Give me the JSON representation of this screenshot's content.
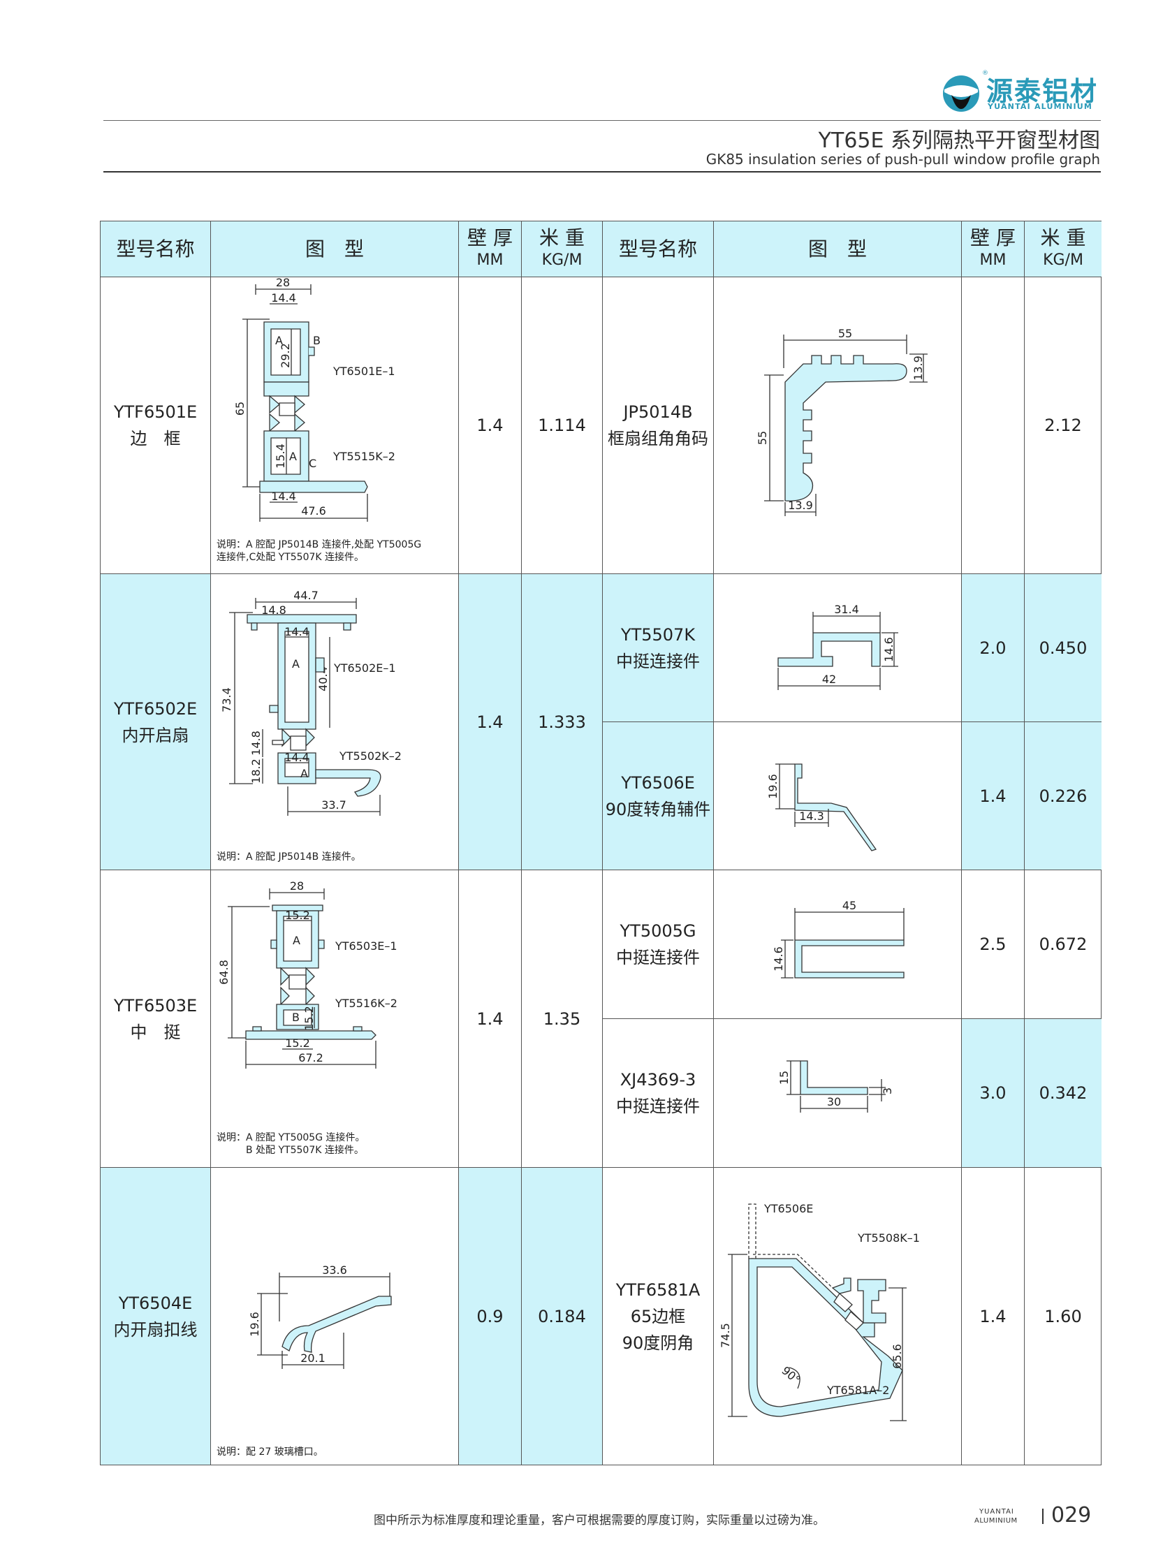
{
  "brand": {
    "name_cn": "源泰铝材",
    "name_en": "YUANTAI ALUMINIUM",
    "registered": "®",
    "color": "#2a9ab8"
  },
  "title": {
    "cn": "YT65E 系列隔热平开窗型材图",
    "en": "GK85 insulation series of push-pull window profile graph"
  },
  "table": {
    "headers": {
      "model": "型号名称",
      "figure": "图　型",
      "thickness_1": "壁 厚",
      "thickness_2": "MM",
      "weight_1": "米 重",
      "weight_2": "KG/M"
    },
    "header_color": "#cdf3fa",
    "left_rows": [
      {
        "model_1": "YTF6501E",
        "model_2": "边　框",
        "thickness": "1.4",
        "weight": "1.114",
        "note_1": "说明：A 腔配 JP5014B 连接件,处配 YT5005G",
        "note_2": "连接件,C处配 YT5507K 连接件。"
      },
      {
        "model_1": "YTF6502E",
        "model_2": "内开启扇",
        "thickness": "1.4",
        "weight": "1.333",
        "note_1": "说明：A 腔配 JP5014B 连接件。"
      },
      {
        "model_1": "YTF6503E",
        "model_2": "中　挺",
        "thickness": "1.4",
        "weight": "1.35",
        "note_1": "说明：A 腔配 YT5005G 连接件。",
        "note_2": "　　　B 处配 YT5507K 连接件。"
      },
      {
        "model_1": "YT6504E",
        "model_2": "内开扇扣线",
        "thickness": "0.9",
        "weight": "0.184",
        "note_1": "说明：配 27 玻璃槽口。"
      }
    ],
    "right_rows": [
      {
        "model_1": "JP5014B",
        "model_2": "框扇组角角码",
        "thickness": "",
        "weight": "2.12"
      },
      {
        "model_1": "YT5507K",
        "model_2": "中挺连接件",
        "thickness": "2.0",
        "weight": "0.450"
      },
      {
        "model_1": "YT6506E",
        "model_2": "90度转角辅件",
        "thickness": "1.4",
        "weight": "0.226"
      },
      {
        "model_1": "YT5005G",
        "model_2": "中挺连接件",
        "thickness": "2.5",
        "weight": "0.672"
      },
      {
        "model_1": "XJ4369-3",
        "model_2": "中挺连接件",
        "thickness": "3.0",
        "weight": "0.342"
      },
      {
        "model_1": "YTF6581A",
        "model_2": "65边框",
        "model_3": "90度阴角",
        "thickness": "1.4",
        "weight": "1.60"
      }
    ]
  },
  "drawings": {
    "d1": {
      "w": "28",
      "w2": "14.4",
      "h": "65",
      "h2": "29.2",
      "h3": "15.4",
      "w3": "14.4",
      "w4": "47.6",
      "a": "A",
      "b": "B",
      "c": "C",
      "a2": "A",
      "p1": "YT6501E–1",
      "p2": "YT5515K–2"
    },
    "d2": {
      "w": "44.7",
      "w2": "14.8",
      "w3": "14.4",
      "h": "73.4",
      "h2": "40.4",
      "h3": "14.8",
      "h4": "18.2",
      "w4": "14.4",
      "w5": "33.7",
      "a": "A",
      "a2": "A",
      "p1": "YT6502E–1",
      "p2": "YT5502K–2"
    },
    "d3": {
      "w": "28",
      "w2": "15.2",
      "h": "64.8",
      "h2": "15.2",
      "w3": "15.2",
      "w4": "67.2",
      "a": "A",
      "b": "B",
      "p1": "YT6503E–1",
      "p2": "YT5516K–2"
    },
    "d4": {
      "w": "33.6",
      "h": "19.6",
      "w2": "20.1"
    },
    "d5": {
      "w": "55",
      "h": "55",
      "h2": "13.9",
      "w2": "13.9"
    },
    "d6": {
      "w": "31.4",
      "h": "14.6",
      "w2": "42"
    },
    "d7": {
      "h": "19.6",
      "w": "14.3"
    },
    "d8": {
      "w": "45",
      "h": "14.6"
    },
    "d9": {
      "h": "15",
      "t": "3",
      "w": "30"
    },
    "d10": {
      "p1": "YT6506E",
      "p2": "YT5508K–1",
      "p3": "YT6581A–2",
      "h": "74.5",
      "h2": "65.6",
      "ang": "90°"
    }
  },
  "footer": {
    "note": "图中所示为标准厚度和理论重量，客户可根据需要的厚度订购，实际重量以过磅为准。",
    "brand_1": "YUANTAI",
    "brand_2": "ALUMINIUM",
    "page": "029"
  }
}
